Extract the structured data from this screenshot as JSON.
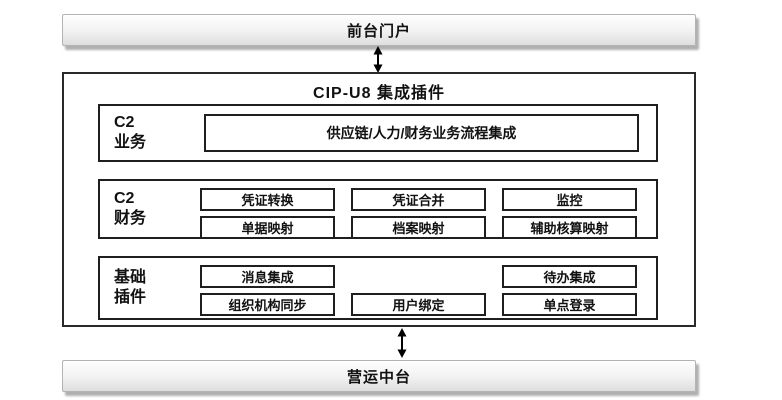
{
  "top_bar": {
    "label": "前台门户"
  },
  "bottom_bar": {
    "label": "营运中台"
  },
  "plugin_box": {
    "title": "CIP-U8 集成插件",
    "sections": [
      {
        "label_line1": "C2",
        "label_line2": "业务",
        "items": [
          "供应链/人力/财务业务流程集成"
        ]
      },
      {
        "label_line1": "C2",
        "label_line2": "财务",
        "items": [
          "凭证转换",
          "凭证合并",
          "监控",
          "单据映射",
          "档案映射",
          "辅助核算映射"
        ]
      },
      {
        "label_line1": "基础",
        "label_line2": "插件",
        "items": [
          "消息集成",
          "待办集成",
          "组织机构同步",
          "用户绑定",
          "单点登录"
        ]
      }
    ]
  },
  "colors": {
    "bar_gradient_top": "#fefefe",
    "bar_gradient_bottom": "#dedede",
    "bar_border": "#b3b3b3",
    "bar_shadow": "#6e6e6e",
    "box_border": "#1f1f1f",
    "arrow": "#000000",
    "background": "#ffffff"
  }
}
